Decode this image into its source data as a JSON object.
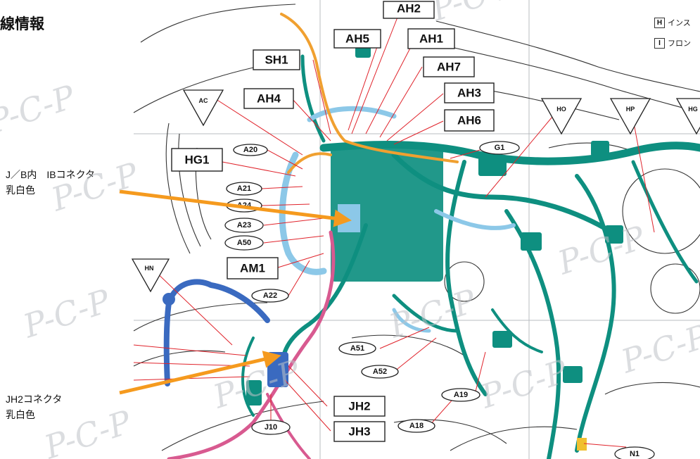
{
  "page_title": "線情報",
  "callouts": [
    {
      "line1": "J／B内　IBコネクタ",
      "line2": "乳白色"
    },
    {
      "line1": "JH2コネクタ",
      "line2": "乳白色"
    }
  ],
  "legend": [
    {
      "key": "H",
      "text": "インス"
    },
    {
      "key": "I",
      "text": "フロン"
    }
  ],
  "connector_boxes": [
    "AH2",
    "AH5",
    "AH1",
    "SH1",
    "AH7",
    "AH4",
    "AH3",
    "AH6",
    "HG1",
    "AM1",
    "JH2",
    "JH3"
  ],
  "connector_ovals": [
    "A20",
    "A21",
    "A24",
    "A23",
    "A50",
    "A22",
    "G1",
    "A51",
    "A52",
    "A19",
    "A18",
    "J10",
    "N1"
  ],
  "triangle_markers": [
    "AC",
    "HO",
    "HP",
    "HG",
    "HN"
  ],
  "watermark": "P-C-P",
  "colors": {
    "harness": "#0e8f80",
    "harness_light": "#8cc8e8",
    "orange_wire": "#f0a030",
    "pink_wire": "#d85a90",
    "arrow": "#f59a1e",
    "leader": "#e0232b",
    "blue_cable": "#3a6ac0"
  }
}
